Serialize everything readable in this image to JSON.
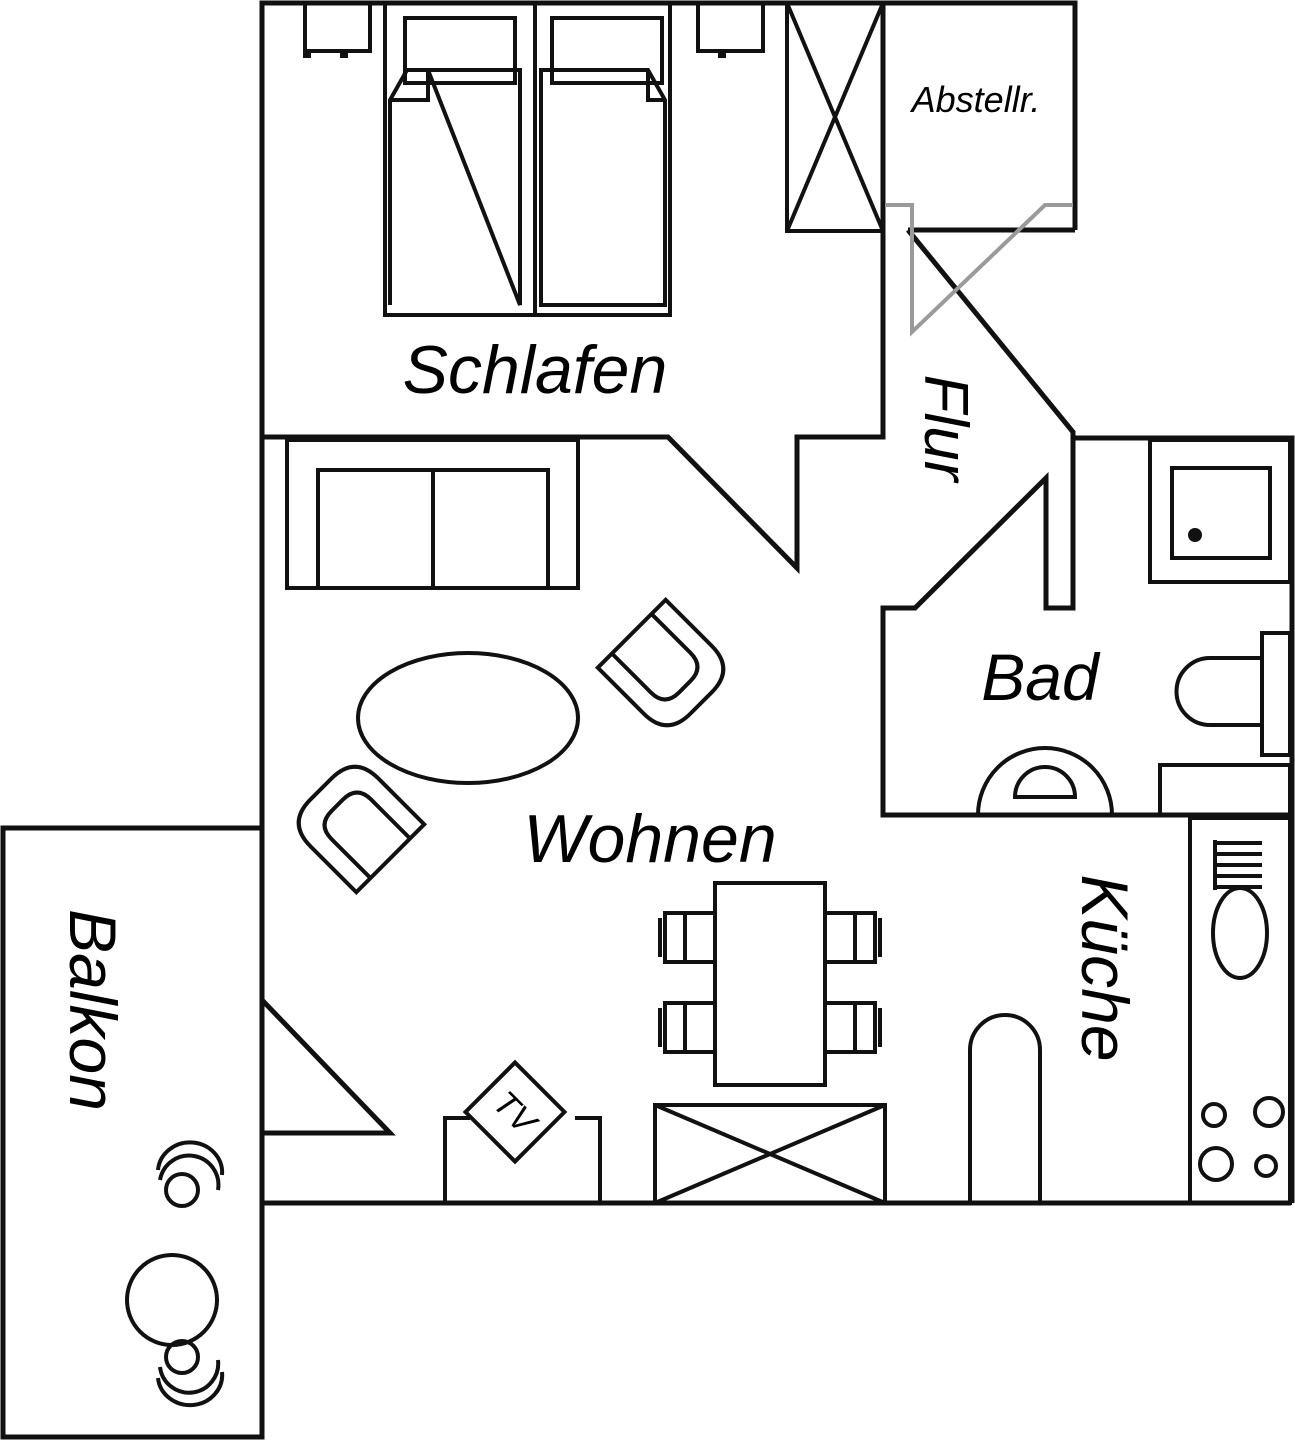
{
  "rooms": {
    "bedroom": "Schlafen",
    "storage": "Abstellr.",
    "hallway": "Flur",
    "bathroom": "Bad",
    "living": "Wohnen",
    "kitchen": "Küche",
    "balcony": "Balkon"
  },
  "furniture": {
    "tv": "TV"
  },
  "colors": {
    "line": "#111111",
    "door_line": "#9a9a9a",
    "background": "#ffffff"
  }
}
